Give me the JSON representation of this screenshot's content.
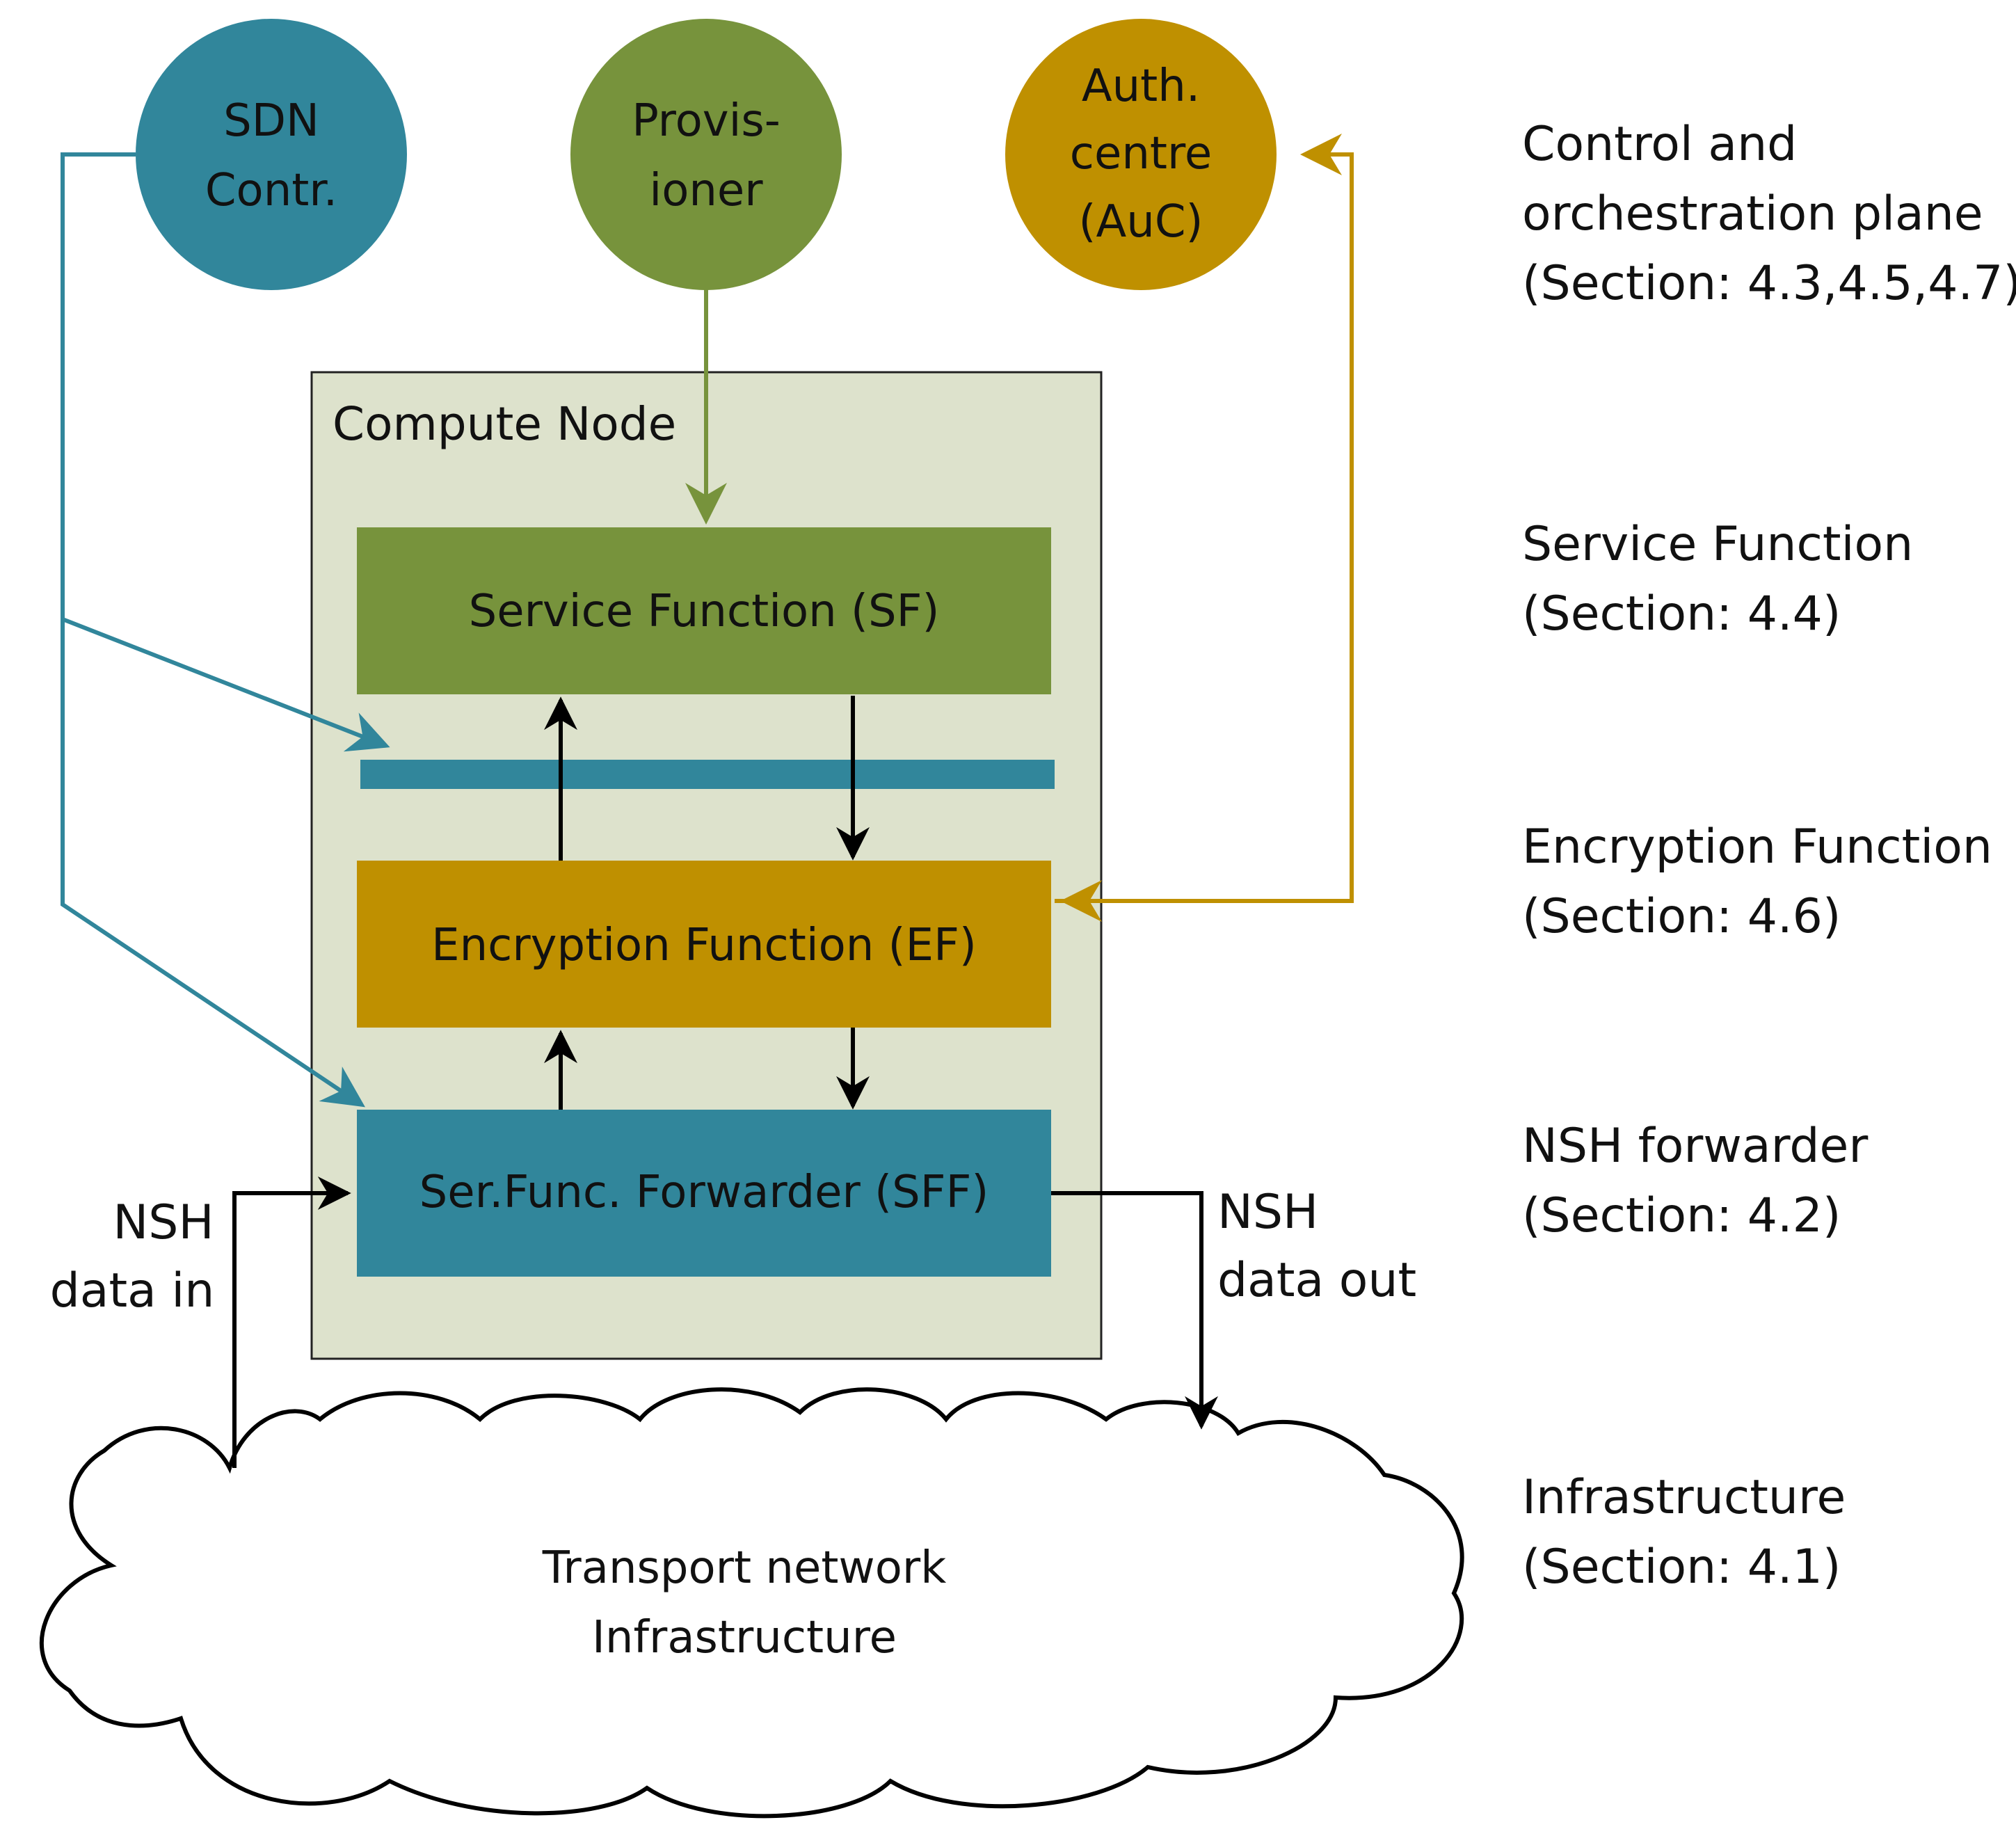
{
  "circles": {
    "sdn": {
      "line1": "SDN",
      "line2": "Contr.",
      "color": "#31869B"
    },
    "provisioner": {
      "line1": "Provis-",
      "line2": "ioner",
      "color": "#77933C"
    },
    "auc": {
      "line1": "Auth.",
      "line2": "centre",
      "line3": "(AuC)",
      "color": "#BF9000"
    }
  },
  "compute_node": {
    "label": "Compute Node",
    "color": "#DDE2CC"
  },
  "boxes": {
    "sf": {
      "label": "Service Function (SF)",
      "color": "#77933C"
    },
    "ef": {
      "label": "Encryption Function (EF)",
      "color": "#BF9000"
    },
    "sff": {
      "label": "Ser.Func. Forwarder (SFF)",
      "color": "#31869B"
    }
  },
  "flow_labels": {
    "in_line1": "NSH",
    "in_line2": "data in",
    "out_line1": "NSH",
    "out_line2": "data out"
  },
  "cloud": {
    "line1": "Transport network",
    "line2": "Infrastructure"
  },
  "layers": [
    {
      "line1": "Control and",
      "line2": "orchestration plane",
      "line3": "(Section: 4.3,4.5,4.7)"
    },
    {
      "line1": "Service Function",
      "line2": "(Section: 4.4)"
    },
    {
      "line1": "Encryption Function",
      "line2": "(Section: 4.6)"
    },
    {
      "line1": "NSH forwarder",
      "line2": "(Section: 4.2)"
    },
    {
      "line1": "Infrastructure",
      "line2": "(Section: 4.1)"
    }
  ]
}
